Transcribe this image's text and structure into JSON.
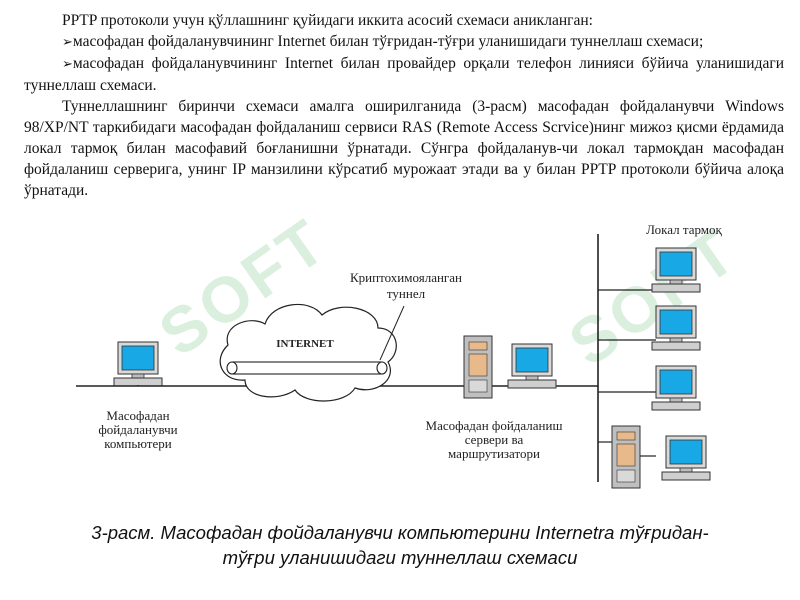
{
  "watermark": {
    "text": "SOFT"
  },
  "body": {
    "intro": "PPTP протоколи учун қўллашнинг қуйидаги иккита асосий схемаси аникланган:",
    "bullets": [
      {
        "symbol": "➢",
        "text": "масофадан фойдаланувчининг Internet билан тўғридан-тўғри уланишидаги туннеллаш схемаси;"
      },
      {
        "symbol": "➢",
        "text": "масофадан фойдаланувчининг Internet билан провайдер орқали телефон линияси бўйича уланишидаги туннеллаш схемаси."
      }
    ],
    "paragraph": "Туннеллашнинг биринчи схемаси амалга оширилганида (3-расм) масофадан фойдаланувчи Windows 98/XP/NT таркибидаги масофадан фойдаланиш сервиси RAS (Remote Access Scrvice)нинг мижоз қисми ёрдамида локал тармоқ билан масофавий боғланишни ўрнатади. Сўнгра фойдаланув-чи локал тармоқдан масофадан фойдаланиш серверига, унинг IP манзилини кўрсатиб мурожаат этади ва у билан PPTP протоколи бўйича алоқа ўрнатади."
  },
  "diagram": {
    "internet_label": "INTERNET",
    "tunnel_label_line1": "Криптохимояланган",
    "tunnel_label_line2": "туннел",
    "remote_label_line1": "Масофадан",
    "remote_label_line2": "фойдаланувчи",
    "remote_label_line3": "компьютери",
    "server_label_line1": "Масофадан фойдаланиш",
    "server_label_line2": "сервери ва",
    "server_label_line3": "маршрутизатори",
    "lan_label": "Локал тармоқ"
  },
  "caption": {
    "line1": "3-расм. Масофадан фойдаланувчи компьютерини Internetra тўғридан-",
    "line2": "тўғри уланишидаги туннеллаш схемаси"
  }
}
